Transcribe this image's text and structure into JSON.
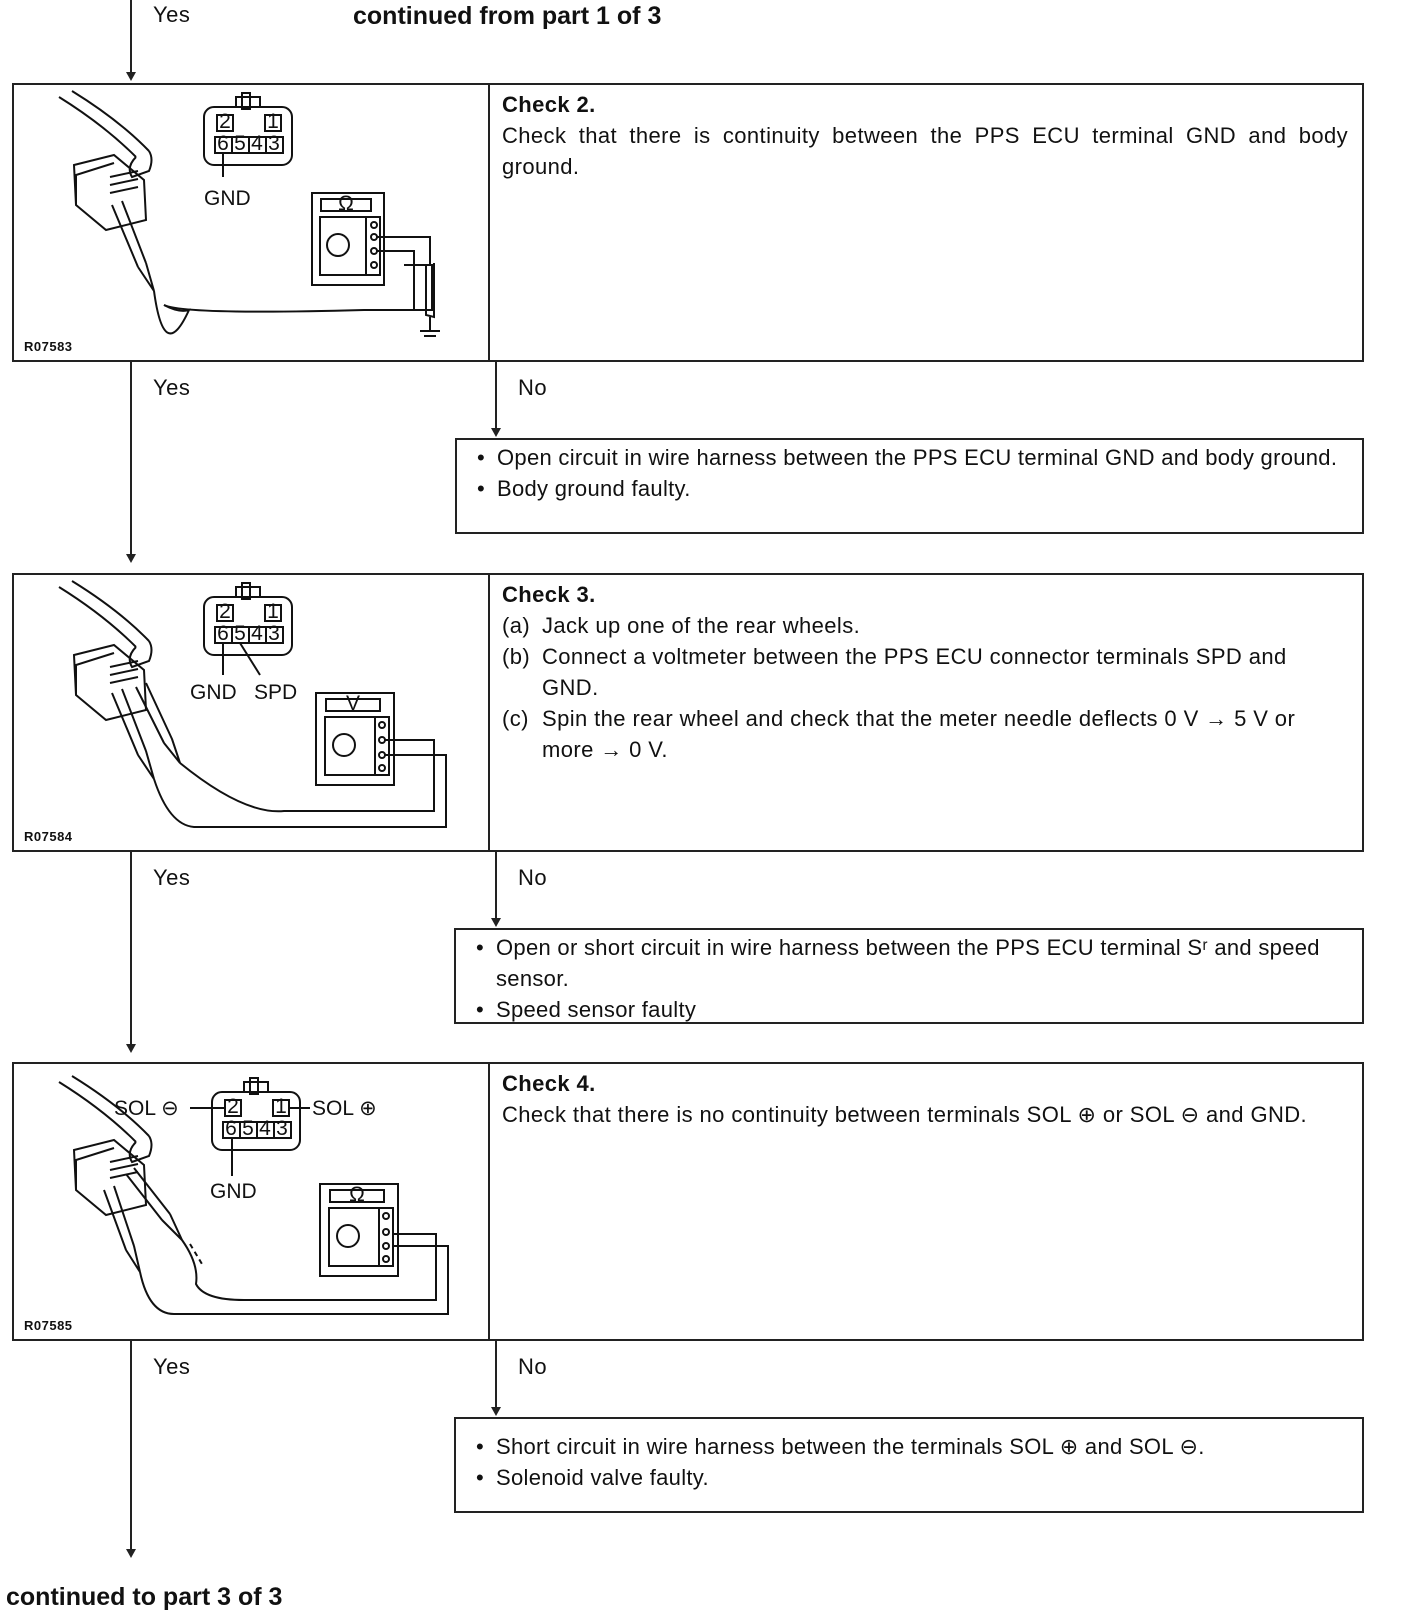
{
  "top": {
    "yes_label": "Yes",
    "heading": "continued from part 1 of 3"
  },
  "checks": [
    {
      "fig_code": "R07583",
      "title": "Check 2.",
      "body": "Check that there is continuity between the PPS ECU terminal GND and body ground.",
      "fig_labels": {
        "gnd": "GND",
        "meter": "Ω"
      },
      "yes_label": "Yes",
      "no_label": "No",
      "results": [
        "Open circuit in wire harness between the PPS ECU terminal GND and body ground.",
        "Body ground faulty."
      ]
    },
    {
      "fig_code": "R07584",
      "title": "Check 3.",
      "steps": [
        {
          "letter": "(a)",
          "text": "Jack up one of the rear wheels."
        },
        {
          "letter": "(b)",
          "text": "Connect a voltmeter between the PPS ECU connector terminals SPD and GND."
        },
        {
          "letter": "(c)",
          "text": "Spin the rear wheel and check that the meter needle deflects 0 V → 5 V or more → 0 V."
        }
      ],
      "fig_labels": {
        "gnd": "GND",
        "spd": "SPD",
        "meter": "V"
      },
      "yes_label": "Yes",
      "no_label": "No",
      "results": [
        "Open or short circuit in wire harness between the PPS ECU terminal Sʳ and speed sensor.",
        "Speed sensor faulty"
      ]
    },
    {
      "fig_code": "R07585",
      "title": "Check 4.",
      "body": "Check that there is no continuity between terminals SOL ⊕ or SOL ⊖ and GND.",
      "fig_labels": {
        "sol_minus": "SOL ⊖",
        "sol_plus": "SOL ⊕",
        "gnd": "GND",
        "meter": "Ω"
      },
      "yes_label": "Yes",
      "no_label": "No",
      "results": [
        "Short circuit in wire harness between the terminals SOL ⊕ and SOL ⊖.",
        "Solenoid valve faulty."
      ]
    }
  ],
  "connector_pins": {
    "top_left": "2",
    "top_right": "1",
    "bottom": [
      "6",
      "5",
      "4",
      "3"
    ]
  },
  "bullet_char": "•",
  "bottom": {
    "heading": "continued to part 3 of 3"
  }
}
